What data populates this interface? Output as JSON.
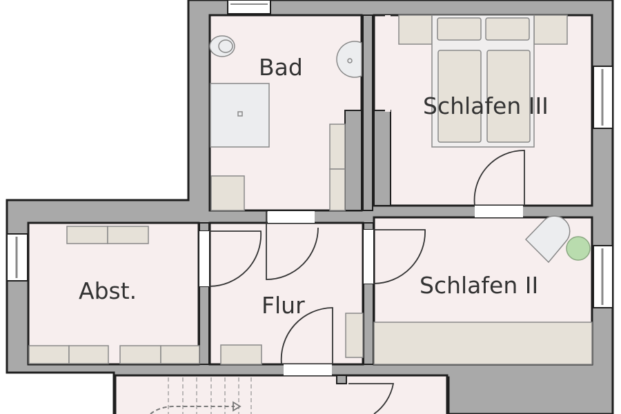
{
  "plan": {
    "type": "floor-plan",
    "colors": {
      "wall": "#a9a9a9",
      "wall_outline": "#1e1e1e",
      "floor": "#f7eeee",
      "furniture": "#e6e1d8",
      "fixture": "#e9ecef",
      "plant": "#b9dcae",
      "background": "#ffffff"
    },
    "rooms": [
      {
        "id": "bad",
        "label": "Bad"
      },
      {
        "id": "schlafen3",
        "label": "Schlafen III"
      },
      {
        "id": "abst",
        "label": "Abst."
      },
      {
        "id": "flur",
        "label": "Flur"
      },
      {
        "id": "schlafen2",
        "label": "Schlafen II"
      }
    ]
  }
}
